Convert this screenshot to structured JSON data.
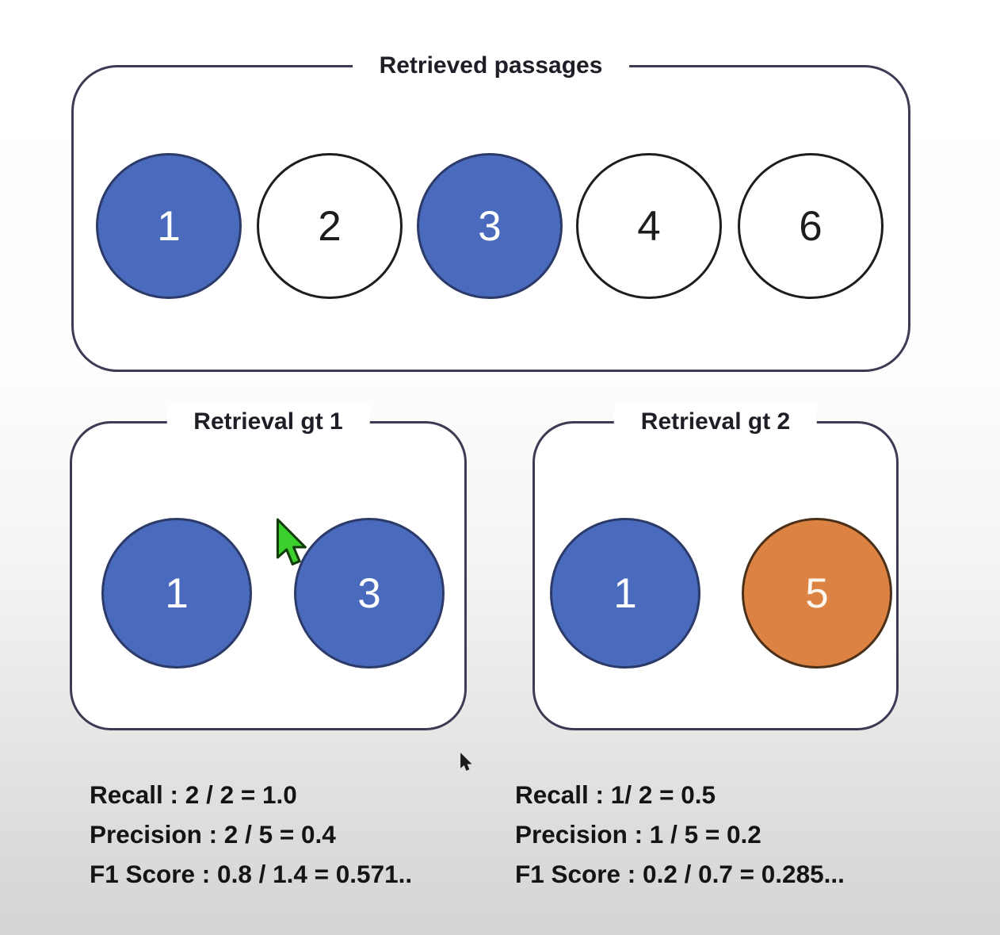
{
  "page": {
    "background_top": "#ffffff",
    "background_bottom": "#d5d5d5"
  },
  "colors": {
    "box_border": "#3b3b54",
    "relevant_fill": "#4a6bbd",
    "relevant_border": "#2b3a69",
    "plain_fill": "#ffffff",
    "plain_border": "#1d1d1d",
    "alt_fill": "#dc8243",
    "alt_border": "#4a3018",
    "cursor_green": "#3ccf2e"
  },
  "retrieved": {
    "title": "Retrieved passages",
    "circles": [
      {
        "label": "1",
        "variant": "blue"
      },
      {
        "label": "2",
        "variant": "white"
      },
      {
        "label": "3",
        "variant": "blue"
      },
      {
        "label": "4",
        "variant": "white"
      },
      {
        "label": "6",
        "variant": "white"
      }
    ]
  },
  "gt1": {
    "title": "Retrieval gt 1",
    "circles": [
      {
        "label": "1",
        "variant": "blue"
      },
      {
        "label": "3",
        "variant": "blue"
      }
    ],
    "metrics": {
      "recall": "Recall : 2 / 2 = 1.0",
      "precision": "Precision : 2 / 5 = 0.4",
      "f1": "F1 Score : 0.8 / 1.4 = 0.571.."
    }
  },
  "gt2": {
    "title": "Retrieval gt 2",
    "circles": [
      {
        "label": "1",
        "variant": "blue"
      },
      {
        "label": "5",
        "variant": "orange"
      }
    ],
    "metrics": {
      "recall": "Recall : 1/ 2 = 0.5",
      "precision": "Precision : 1 / 5 = 0.2",
      "f1": "F1 Score : 0.2 / 0.7 = 0.285..."
    }
  },
  "cursors": {
    "green": "green-arrow-cursor",
    "black": "black-arrow-cursor"
  }
}
